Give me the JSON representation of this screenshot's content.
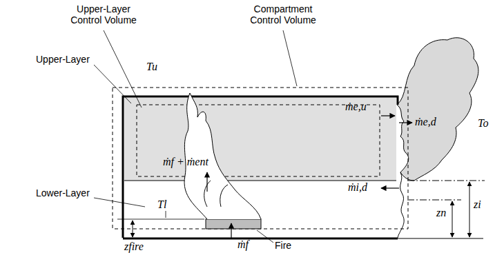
{
  "diagram": {
    "labels": [
      "Upper-Layer Control Volume",
      "Compartment Control Volume",
      "Upper-Layer",
      "Tu",
      "ṁe,u",
      "ṁe,d",
      "To",
      "ṁf + ṁent",
      "zi",
      "zn",
      "ṁi,d",
      "Lower-Layer",
      "Tl",
      "zfire",
      "ṁf",
      "Fire"
    ]
  }
}
